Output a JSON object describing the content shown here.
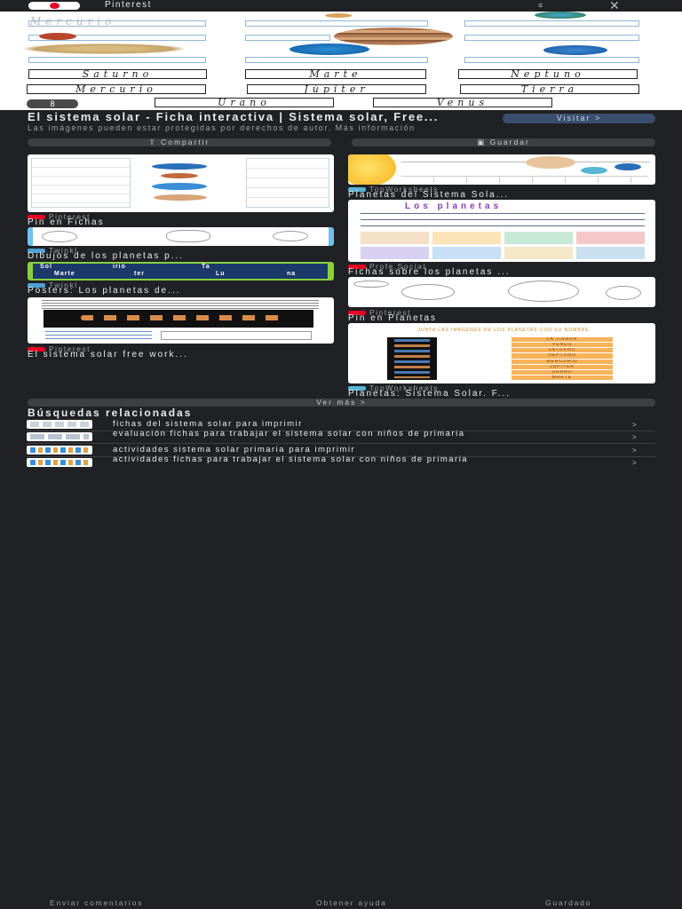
{
  "topbar": {
    "site_name": "Pinterest",
    "menu_icon": "≡",
    "close_icon": "✕"
  },
  "hero": {
    "labels": [
      "Saturno",
      "Marte",
      "Neptuno",
      "Mercurio",
      "Júpiter",
      "Tierra",
      "Urano",
      "Venus"
    ],
    "ghost_label": "Mercurio",
    "counter": "8"
  },
  "result": {
    "title": "El sistema solar - Ficha interactiva | Sistema solar, Free...",
    "notice": "Las imágenes pueden estar protegidas por derechos de autor. Más información",
    "visit": "Visitar  >",
    "share": "Compartir",
    "save": "Guardar"
  },
  "cards_left": [
    {
      "source": "Pinterest",
      "title": "Pin en Fichas",
      "brand_color": "#e60023"
    },
    {
      "source": "Twinkl",
      "title": "Dibujos de los planetas p...",
      "brand_color": "#4d9fd6"
    },
    {
      "source": "Twinkl",
      "title": "Posters: Los planetas de...",
      "brand_color": "#4d9fd6"
    },
    {
      "source": "Pinterest",
      "title": "El sistema solar free work...",
      "brand_color": "#e60023"
    }
  ],
  "cards_right": [
    {
      "source": "TopWorksheets",
      "title": "Planetas del Sistema Sola...",
      "brand_color": "#5ab4d6"
    },
    {
      "source": "Profe.Social",
      "title": "Fichas sobre los planetas ...",
      "brand_color": "#e60023"
    },
    {
      "source": "Pinterest",
      "title": "Pin en Planetas",
      "brand_color": "#e60023"
    },
    {
      "source": "TopWorksheets",
      "title": "Planetas: Sistema Solar. F...",
      "brand_color": "#5ab4d6"
    }
  ],
  "card_text": {
    "worksheet_heading": "Los planetas",
    "poster_words": [
      "Sol",
      "irio",
      "Ta",
      "Marte",
      "ter",
      "Lu",
      "na"
    ],
    "match_heading": "JUNTA LAS IMÁGENES DE LOS PLANETAS CON SU NOMBRE",
    "match_names": [
      "LA TIERRA",
      "VENUS",
      "SATURNO",
      "NEPTUNO",
      "MERCURIO",
      "JÚPITER",
      "URANO",
      "MARTE"
    ]
  },
  "more": "Ver más  >",
  "related": {
    "heading": "Búsquedas relacionadas",
    "items": [
      "fichas del sistema solar para imprimir",
      "evaluación fichas para trabajar el sistema solar con niños de primaria",
      "actividades sistema solar primaria para imprimir",
      "actividades fichas para trabajar el sistema solar con niños de primaria"
    ]
  },
  "footer": {
    "feedback": "Enviar comentarios",
    "help": "Obtener ayuda",
    "saved": "Guardado"
  },
  "colors": {
    "background": "#202124",
    "visit_button": "#3c4e6e",
    "pinterest_red": "#e60023"
  }
}
